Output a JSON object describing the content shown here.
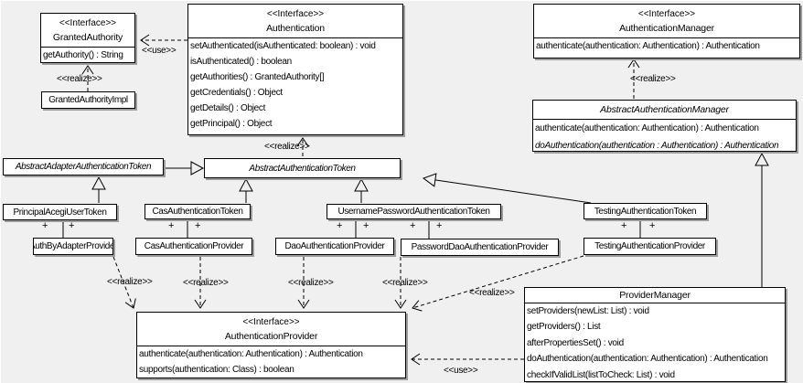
{
  "labels": {
    "interface": "<<Interface>>",
    "use": "<<use>>",
    "realize": "<<realize>>",
    "plus": "+"
  },
  "classes": {
    "granted_authority": {
      "stereotype": "<<Interface>>",
      "name": "GrantedAuthority",
      "methods": [
        "getAuthority() : String"
      ]
    },
    "granted_authority_impl": {
      "name": "GrantedAuthorityImpl"
    },
    "authentication": {
      "stereotype": "<<Interface>>",
      "name": "Authentication",
      "methods": [
        "setAuthenticated(isAuthenticated: boolean) : void",
        "isAuthenticated() : boolean",
        "getAuthorities() : GrantedAuthority[]",
        "getCredentials() : Object",
        "getDetails() : Object",
        "getPrincipal() : Object"
      ]
    },
    "authentication_manager": {
      "stereotype": "<<Interface>>",
      "name": "AuthenticationManager",
      "methods": [
        "authenticate(authentication: Authentication) : Authentication"
      ]
    },
    "abstract_authentication_manager": {
      "name": "AbstractAuthenticationManager",
      "methods": [
        "authenticate(authentication: Authentication) : Authentication",
        "doAuthentication(authentication : Authentication) : Authentication"
      ]
    },
    "abstract_adapter_authentication_token": {
      "name": "AbstractAdapterAuthenticationToken"
    },
    "abstract_authentication_token": {
      "name": "AbstractAuthenticationToken"
    },
    "principal_acegi_user_token": {
      "name": "PrincipalAcegiUserToken"
    },
    "cas_authentication_token": {
      "name": "CasAuthenticationToken"
    },
    "username_password_authentication_token": {
      "name": "UsernamePasswordAuthenticationToken"
    },
    "testing_authentication_token": {
      "name": "TestingAuthenticationToken"
    },
    "auth_by_adapter_provider": {
      "name": "AuthByAdapterProvider"
    },
    "cas_authentication_provider": {
      "name": "CasAuthenticationProvider"
    },
    "dao_authentication_provider": {
      "name": "DaoAuthenticationProvider"
    },
    "password_dao_authentication_provider": {
      "name": "PasswordDaoAuthenticationProvider"
    },
    "testing_authentication_provider": {
      "name": "TestingAuthenticationProvider"
    },
    "authentication_provider": {
      "stereotype": "<<Interface>>",
      "name": "AuthenticationProvider",
      "methods": [
        "authenticate(authentication: Authentication) : Authentication",
        "supports(authentication: Class) : boolean"
      ]
    },
    "provider_manager": {
      "name": "ProviderManager",
      "methods": [
        "setProviders(newList: List) : void",
        "getProviders() : List",
        "afterPropertiesSet() : void",
        "doAuthentication(authentication: Authentication) : Authentication",
        "checkIfValidList(listToCheck: List) : void"
      ]
    }
  }
}
